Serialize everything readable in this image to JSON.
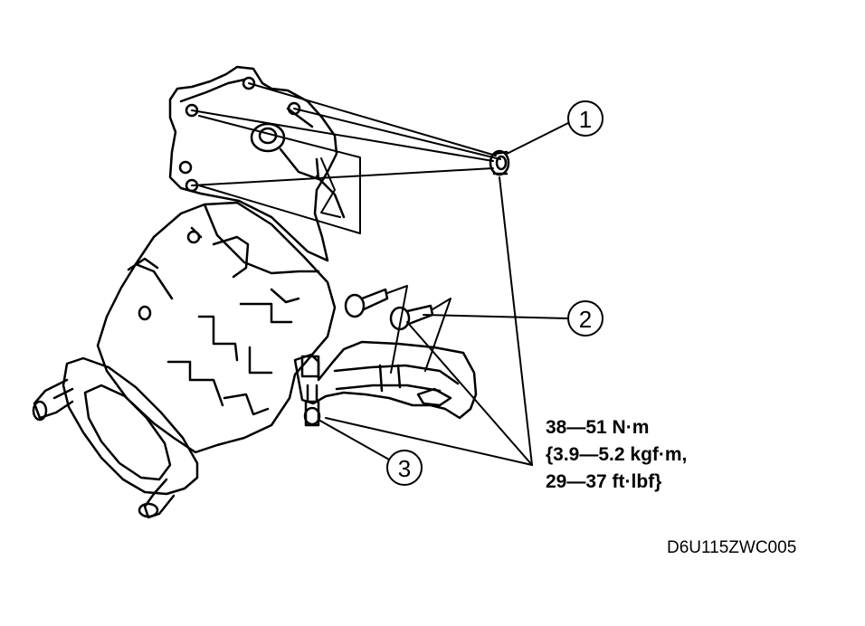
{
  "callouts": [
    "1",
    "2",
    "3"
  ],
  "torque_spec": {
    "line1": "38—51 N·m",
    "line2": "{3.9—5.2 kgf·m,",
    "line3": "29—37 ft·lbf}"
  },
  "figure_code": "D6U115ZWC005",
  "colors": {
    "ink": "#000000",
    "paper": "#ffffff"
  }
}
